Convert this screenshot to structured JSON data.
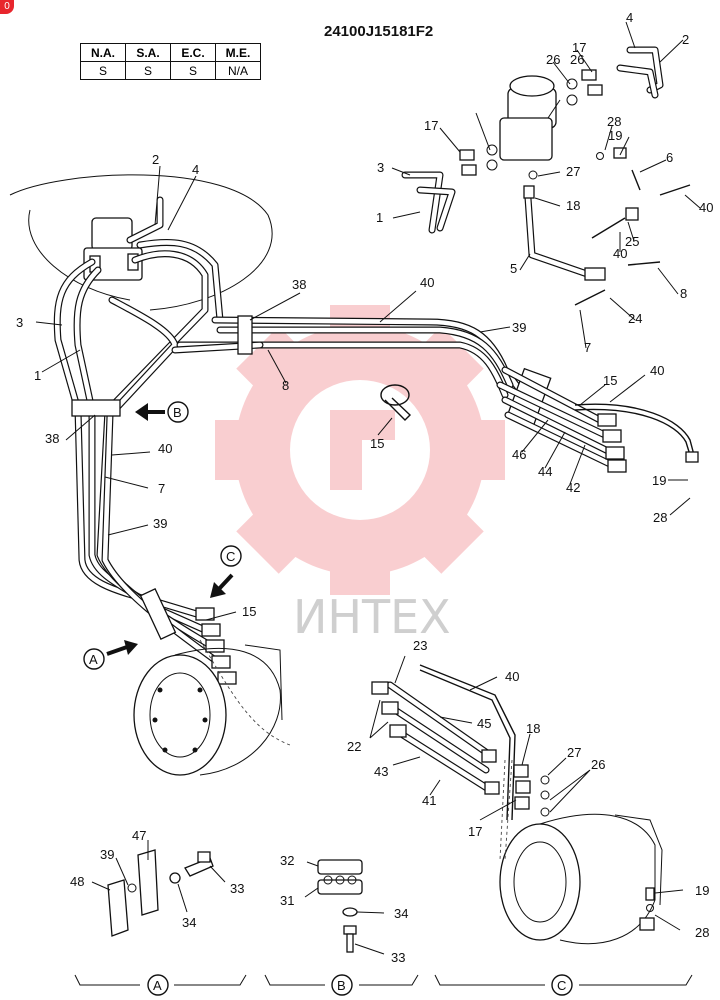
{
  "page_badge": "0",
  "drawing_number": "24100J15181F2",
  "spec_table": {
    "headers": [
      "N.A.",
      "S.A.",
      "E.C.",
      "M.E."
    ],
    "values": [
      "S",
      "S",
      "S",
      "N/A"
    ]
  },
  "watermark_text": "ИНТЕХ",
  "callouts": {
    "upper_right": [
      "4",
      "2",
      "17",
      "26",
      "26",
      "17",
      "28",
      "19",
      "6",
      "3",
      "27",
      "18",
      "40",
      "1",
      "25",
      "40",
      "5",
      "8",
      "24",
      "7"
    ],
    "main": [
      "2",
      "4",
      "38",
      "40",
      "39",
      "3",
      "1",
      "8",
      "15",
      "40",
      "15",
      "46",
      "44",
      "42",
      "19",
      "28",
      "B",
      "38",
      "40",
      "7",
      "39",
      "C",
      "15",
      "A"
    ],
    "detail_c": [
      "23",
      "40",
      "45",
      "18",
      "22",
      "43",
      "27",
      "26",
      "41",
      "17",
      "19",
      "28"
    ],
    "detail_a": [
      "47",
      "39",
      "48",
      "34",
      "33"
    ],
    "detail_b": [
      "32",
      "31",
      "34",
      "33"
    ]
  },
  "section_labels": [
    "A",
    "B",
    "C"
  ],
  "colors": {
    "watermark": "#e8262d",
    "line": "#111111"
  }
}
